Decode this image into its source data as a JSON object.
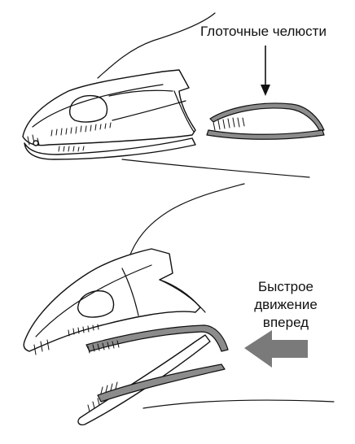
{
  "labels": {
    "pharyngeal_jaws": "Глоточные челюсти",
    "fast_motion_line1": "Быстрое",
    "fast_motion_line2": "движение",
    "fast_motion_line3": "вперед"
  },
  "colors": {
    "ink": "#111111",
    "gill_fill": "#8c8c8c",
    "arrow_fill": "#7a7a7a",
    "background": "#ffffff"
  },
  "icons": {
    "down_arrow": "down-arrow-icon",
    "left_arrow": "left-arrow-icon"
  }
}
